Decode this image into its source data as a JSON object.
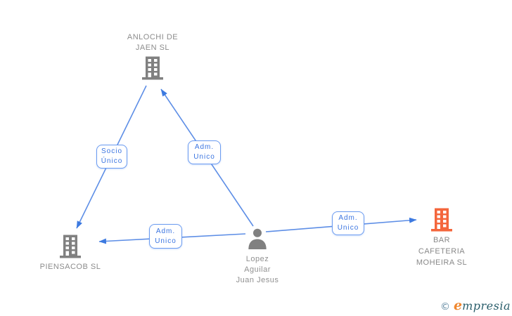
{
  "diagram": {
    "nodes": {
      "anlochi": {
        "type": "company",
        "label_lines": [
          "ANLOCHI DE",
          "JAEN SL"
        ]
      },
      "piensacob": {
        "type": "company",
        "label_lines": [
          "PIENSACOB SL"
        ]
      },
      "bar_cafeteria": {
        "type": "company",
        "label_lines": [
          "BAR",
          "CAFETERIA",
          "MOHEIRA SL"
        ]
      },
      "person": {
        "type": "person",
        "label_lines": [
          "Lopez",
          "Aguilar",
          "Juan Jesus"
        ]
      }
    },
    "edge_labels": {
      "socio_unico": {
        "lines": [
          "Socio",
          "Único"
        ]
      },
      "adm_unico_top": {
        "lines": [
          "Adm.",
          "Unico"
        ]
      },
      "adm_unico_left": {
        "lines": [
          "Adm.",
          "Unico"
        ]
      },
      "adm_unico_right": {
        "lines": [
          "Adm.",
          "Unico"
        ]
      }
    },
    "colors": {
      "edge_blue": "#5d8ee6",
      "arrow_blue": "#3d7ae0",
      "label_border_blue": "#6b9bf0",
      "label_text_blue": "#3a74e0",
      "node_gray": "#808080",
      "text_gray": "#909090",
      "accent_orange": "#f4663c"
    }
  },
  "footer": {
    "copyright_symbol": "©",
    "brand_first_letter": "e",
    "brand_rest": "mpresia"
  }
}
